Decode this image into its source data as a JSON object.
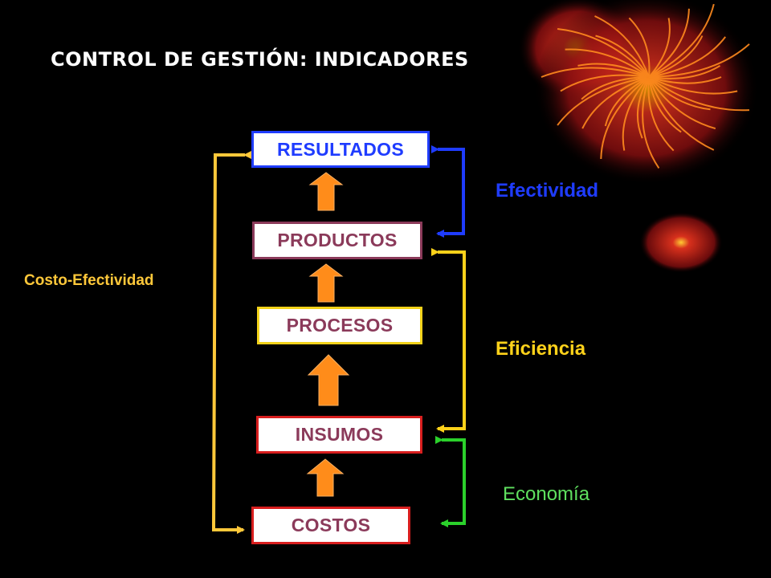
{
  "title": "CONTROL DE GESTIÓN: INDICADORES",
  "boxes": {
    "resultados": "RESULTADOS",
    "productos": "PRODUCTOS",
    "procesos": "PROCESOS",
    "insumos": "INSUMOS",
    "costos": "COSTOS"
  },
  "labels": {
    "efectividad": "Efectividad",
    "eficiencia": "Eficiencia",
    "economia": "Economía",
    "costo_efectividad": "Costo-Efectividad"
  },
  "colors": {
    "background": "#000000",
    "flow_arrow": "#ff8c1a",
    "efectividad": "#1f3cff",
    "eficiencia": "#ffd21a",
    "economia": "#2bd12b",
    "costo_efectividad": "#ffc83a"
  }
}
